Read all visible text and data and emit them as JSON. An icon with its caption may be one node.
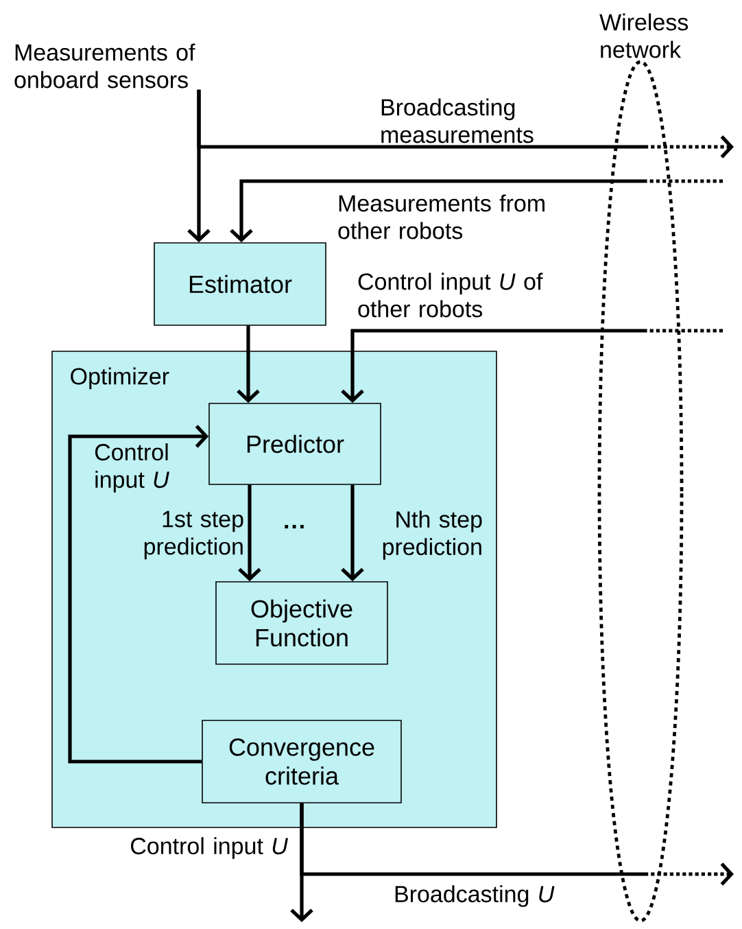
{
  "diagram": {
    "nodes": [
      {
        "text": [
          "Measurements of onboard sensors"
        ]
      },
      {
        "text": [
          "Estimator"
        ]
      },
      {
        "text": [
          "Optimizer"
        ]
      },
      {
        "text": [
          "Predictor"
        ],
        "in": 2
      },
      {
        "text": [
          "Objective Function"
        ],
        "in": 2
      },
      {
        "text": [
          "Convergence criteria"
        ],
        "in": 2
      },
      {
        "text": [
          "Wireless network"
        ]
      }
    ],
    "edges": [
      {
        "from": 0,
        "to": 1,
        "arrow": "to"
      },
      {
        "from": 0,
        "to": null,
        "arrow": "to",
        "label": "Broadcasting measurements"
      },
      {
        "from": null,
        "to": 1,
        "arrow": "to",
        "label": "Measurements from other robots"
      },
      {
        "from": 1,
        "to": 3,
        "arrow": "to"
      },
      {
        "from": null,
        "to": 3,
        "arrow": "to",
        "label": "Control input *U* of other robots"
      },
      {
        "from": 5,
        "to": 3,
        "arrow": "to",
        "label": "Control input *U*"
      },
      {
        "from": 3,
        "to": 4,
        "arrow": "to",
        "label": "1st step prediction"
      },
      {
        "from": 3,
        "to": 4,
        "arrow": "to",
        "label": "Nth step prediction"
      },
      {
        "from": 5,
        "to": null,
        "arrow": "to",
        "label": "Control input *U*"
      },
      {
        "from": 5,
        "to": null,
        "arrow": "to",
        "label": "Broadcasting *U*"
      }
    ],
    "labels": [
      "···"
    ]
  }
}
